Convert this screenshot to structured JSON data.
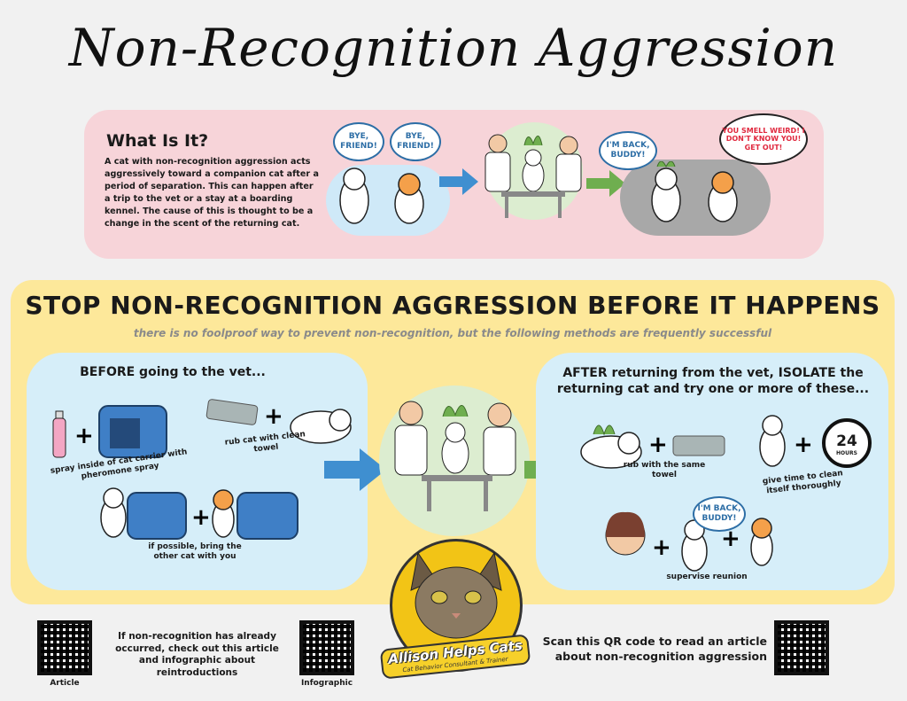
{
  "title": "Non-Recognition Aggression",
  "what_is_it": {
    "heading": "What Is It?",
    "body": "A cat with non-recognition aggression acts aggressively toward a companion cat after a period of separation. This can happen after a trip to the vet or a stay at a boarding kennel. The cause of this is thought to be a change in the scent of the returning cat.",
    "bubble_1": "BYE, FRIEND!",
    "bubble_2": "BYE, FRIEND!",
    "bubble_3": "I'M BACK, BUDDY!",
    "bubble_4": "YOU SMELL WEIRD! I DON'T KNOW YOU! GET OUT!"
  },
  "stop": {
    "heading": "STOP NON-RECOGNITION AGGRESSION BEFORE IT HAPPENS",
    "subtitle": "there is no foolproof way to prevent non-recognition, but the following methods are frequently successful",
    "before": {
      "heading": "BEFORE going to the vet...",
      "caption_spray": "spray inside of cat carrier with pheromone spray",
      "caption_towel": "rub cat with clean towel",
      "caption_bring": "if possible, bring the other cat with you"
    },
    "after": {
      "heading": "AFTER returning from the vet, ISOLATE the returning cat and try one or more of these...",
      "caption_rub": "rub with the same towel",
      "caption_time": "give time to clean itself thoroughly",
      "timer_number": "24",
      "timer_unit": "HOURS",
      "bubble": "I'M BACK, BUDDY!",
      "caption_supervise": "supervise reunion"
    }
  },
  "footer": {
    "left_text": "If non-recognition has already occurred, check out this article and infographic about reintroductions",
    "qr_article_label": "Article",
    "qr_infographic_label": "Infographic",
    "right_text": "Scan this QR code to read an article about non-recognition aggression",
    "logo_name": "Allison Helps Cats",
    "logo_tagline": "Cat Behavior Consultant & Trainer"
  },
  "colors": {
    "pink_panel": "#f7d4d9",
    "yellow_panel": "#fde89a",
    "blue_panel": "#d6eef9",
    "blue_arrow": "#3f8fd0",
    "green_arrow": "#6fae4f"
  }
}
